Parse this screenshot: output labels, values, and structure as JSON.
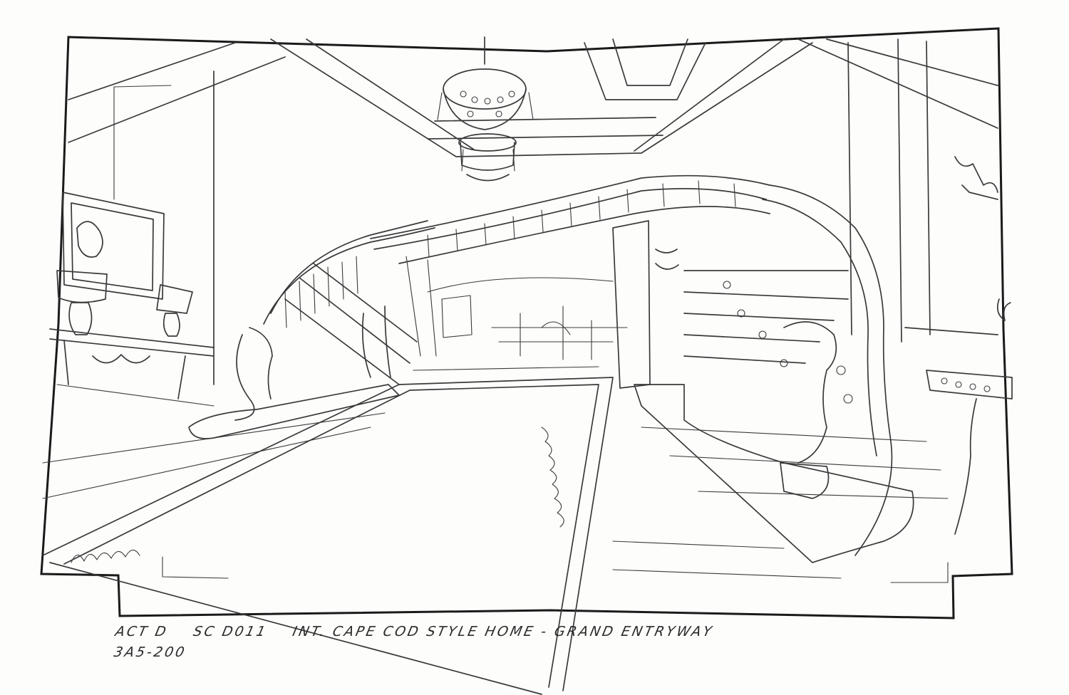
{
  "caption": {
    "act": "ACT D",
    "scene": "SC D011",
    "location": "INT. CAPE COD STYLE HOME - GRAND ENTRYWAY",
    "sheet_code": "3A5-200"
  },
  "colors": {
    "paper": "#fdfdfc",
    "pencil": "#3a3a3a",
    "frame": "#1a1a1a"
  }
}
